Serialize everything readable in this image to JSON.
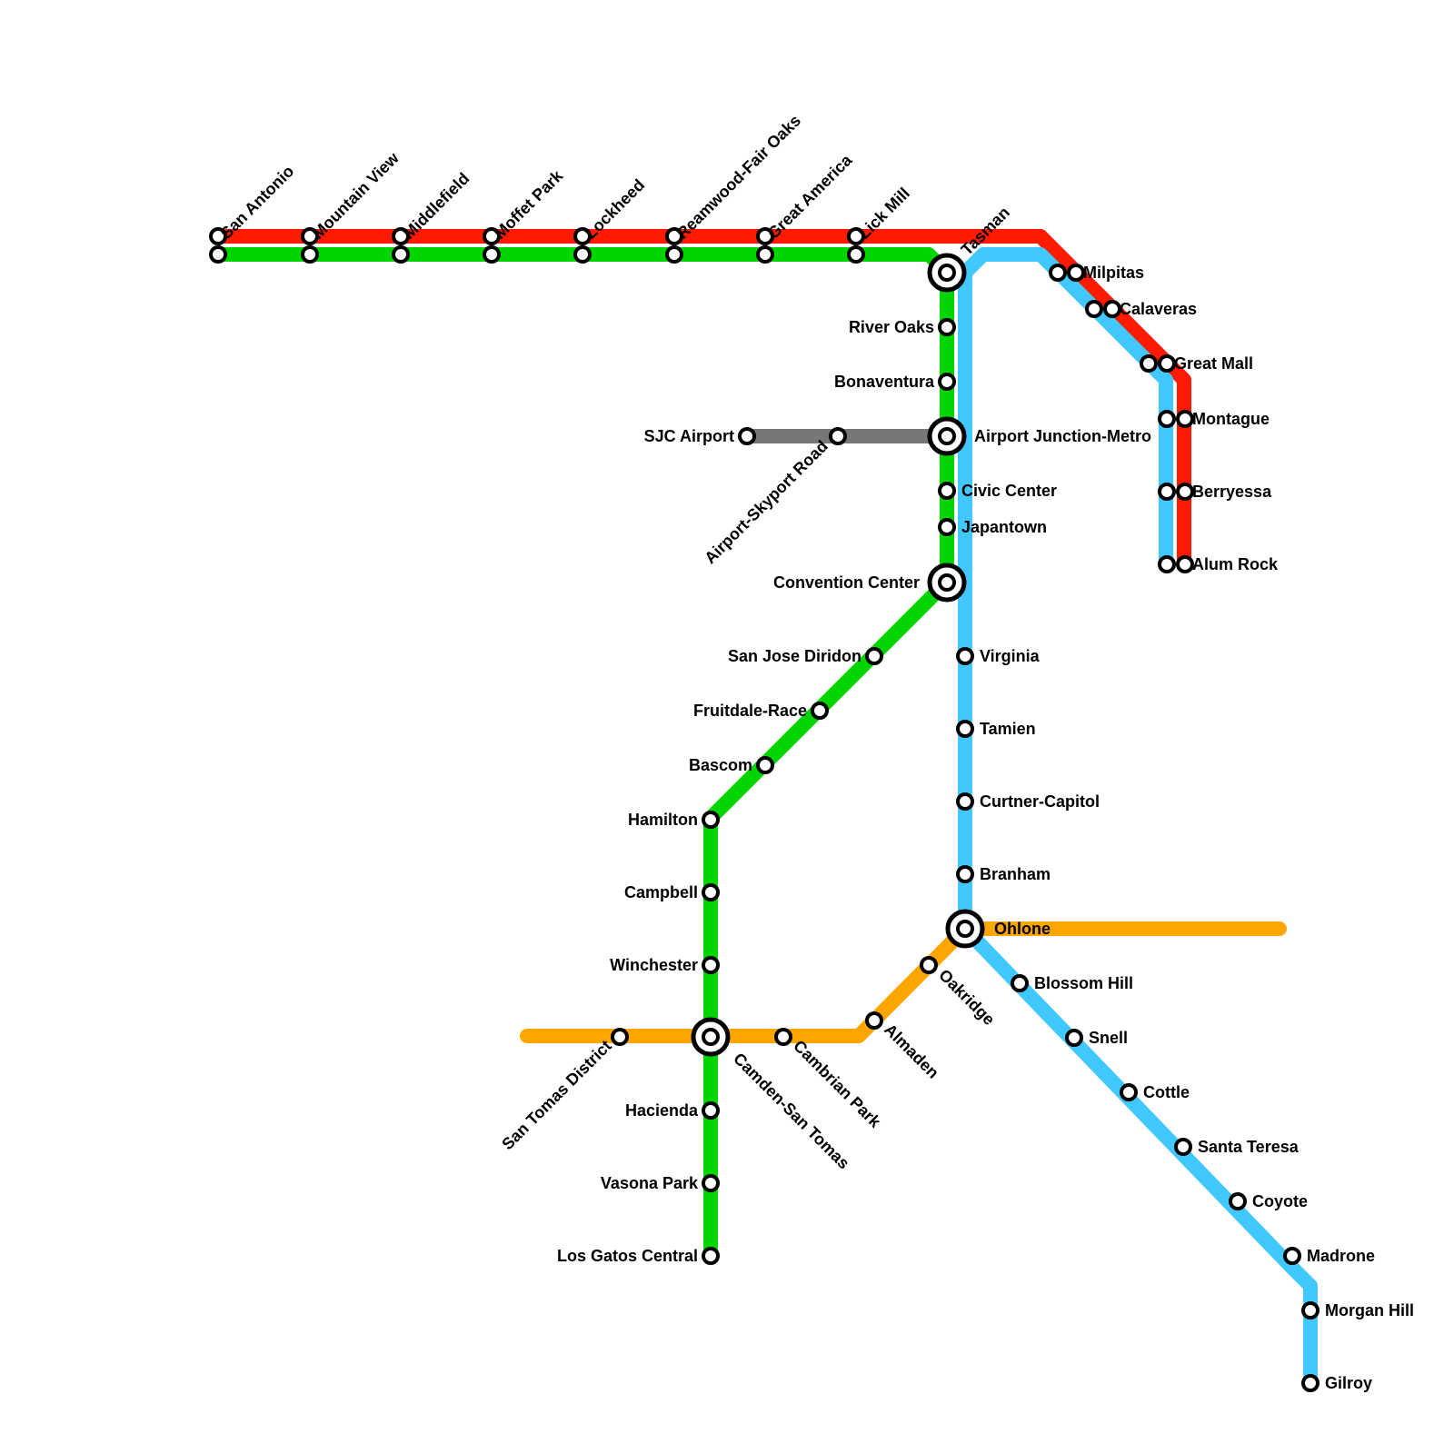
{
  "colors": {
    "red": "#ff1a00",
    "green": "#00d500",
    "blue": "#40c8ff",
    "gray": "#777777",
    "orange": "#ffa500"
  },
  "lines": [
    {
      "id": "red-line",
      "color": "red"
    },
    {
      "id": "green-line",
      "color": "green"
    },
    {
      "id": "blue-line",
      "color": "blue"
    },
    {
      "id": "gray-line",
      "color": "gray"
    },
    {
      "id": "orange-line",
      "color": "orange"
    }
  ],
  "stations": {
    "san_antonio": "San Antonio",
    "mountain_view": "Mountain View",
    "middlefield": "Middlefield",
    "moffett_park": "Moffet Park",
    "lockheed": "Lockheed",
    "reamwood": "Reamwood-Fair Oaks",
    "great_america": "Great America",
    "lick_mill": "Lick Mill",
    "tasman": "Tasman",
    "milpitas": "Milpitas",
    "calaveras": "Calaveras",
    "great_mall": "Great Mall",
    "montague": "Montague",
    "berryessa": "Berryessa",
    "alum_rock": "Alum Rock",
    "river_oaks": "River Oaks",
    "bonaventura": "Bonaventura",
    "airport_junction": "Airport Junction-Metro",
    "sjc_airport": "SJC Airport",
    "airport_skyport": "Airport-Skyport Road",
    "civic_center": "Civic Center",
    "japantown": "Japantown",
    "convention_center": "Convention Center",
    "san_jose_diridon": "San Jose Diridon",
    "fruitdale_race": "Fruitdale-Race",
    "bascom": "Bascom",
    "hamilton": "Hamilton",
    "campbell": "Campbell",
    "winchester": "Winchester",
    "camden_san_tomas": "Camden-San Tomas",
    "san_tomas_district": "San Tomas District",
    "cambrian_park": "Cambrian Park",
    "almaden": "Almaden",
    "oakridge": "Oakridge",
    "hacienda": "Hacienda",
    "vasona_park": "Vasona Park",
    "los_gatos_central": "Los Gatos Central",
    "virginia": "Virginia",
    "tamien": "Tamien",
    "curtner_capitol": "Curtner-Capitol",
    "branham": "Branham",
    "ohlone": "Ohlone",
    "blossom_hill": "Blossom Hill",
    "snell": "Snell",
    "cottle": "Cottle",
    "santa_teresa": "Santa Teresa",
    "coyote": "Coyote",
    "madrone": "Madrone",
    "morgan_hill": "Morgan Hill",
    "gilroy": "Gilroy"
  }
}
